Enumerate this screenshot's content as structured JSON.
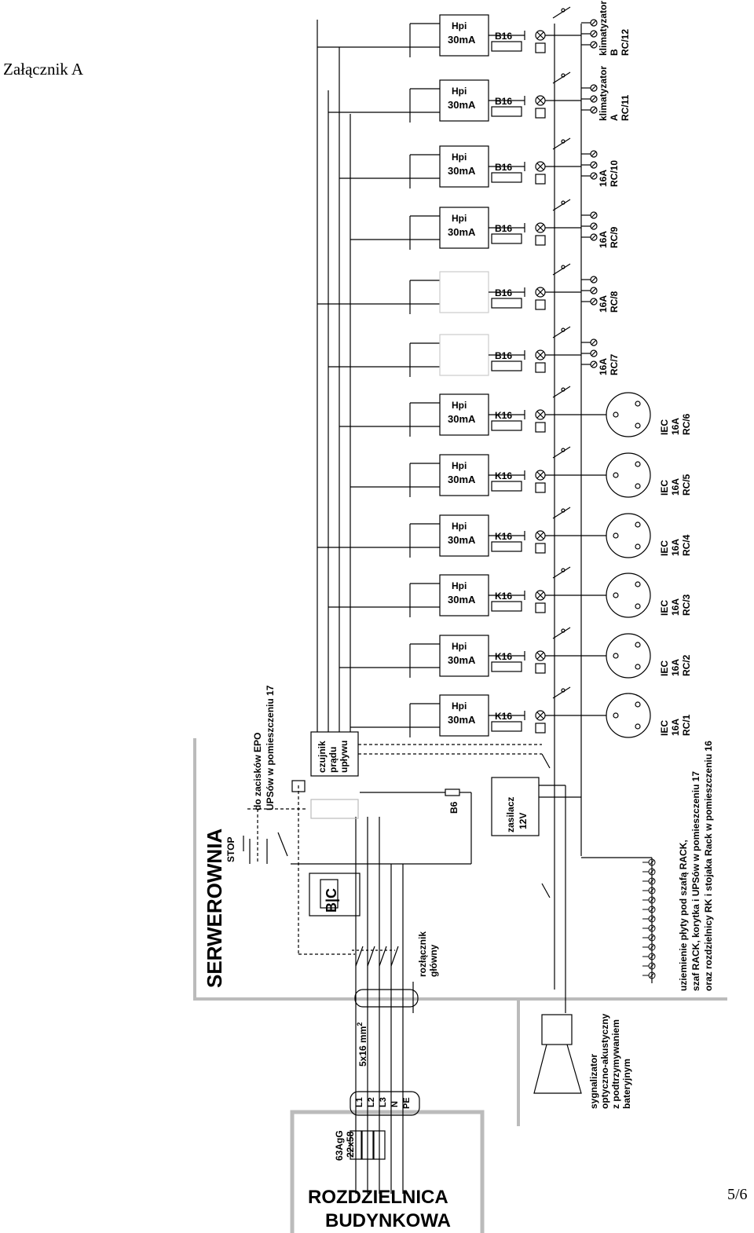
{
  "page": {
    "title": "Załącznik A",
    "page_number": "5/6"
  },
  "rooms": {
    "server_room": "SERWEROWNIA",
    "building_board_line1": "ROZDZIELNICA",
    "building_board_line2": "BUDYNKOWA"
  },
  "feeder": {
    "fuse_rating": "63AgG",
    "fuse_size": "22x58",
    "cable": "5x16 mm",
    "cable_exp": "2",
    "conductors": [
      "L1",
      "L2",
      "L3",
      "N",
      "PE"
    ]
  },
  "main_switch": {
    "line1": "rozłącznik",
    "line2": "główny"
  },
  "bc_label": "B|C",
  "sensor": {
    "line1": "czujnik",
    "line2": "prądu",
    "line3": "upływu"
  },
  "epo": {
    "stop": "STOP",
    "line1": "do zacisków EPO",
    "line2": "UPSów w pomieszczeniu 17"
  },
  "b6_label": "B6",
  "psu": {
    "line1": "zasilacz",
    "line2": "12V"
  },
  "alarm": {
    "line1": "sygnalizator",
    "line2": "optyczno-akustyczny",
    "line3": "z podtrzymywaniem",
    "line4": "bateryjnym"
  },
  "grounding": {
    "line1": "uziemienie płyty pod szafą RACK,",
    "line2": "szaf RACK, korytka i UPSów w pomieszczeniu 17",
    "line3": "oraz rozdzielnicy RK i stojaka Rack w pomieszczeniu 16"
  },
  "circuits": [
    {
      "rcd_top": "Hpi",
      "rcd_bottom": "30mA",
      "breaker": "B16",
      "out": [
        "klimatyzator",
        "B",
        "RC/12"
      ],
      "iec": false
    },
    {
      "rcd_top": "Hpi",
      "rcd_bottom": "30mA",
      "breaker": "B16",
      "out": [
        "klimatyzator",
        "A",
        "RC/11"
      ],
      "iec": false
    },
    {
      "rcd_top": "Hpi",
      "rcd_bottom": "30mA",
      "breaker": "B16",
      "out": [
        "16A",
        "RC/10"
      ],
      "iec": false
    },
    {
      "rcd_top": "Hpi",
      "rcd_bottom": "30mA",
      "breaker": "B16",
      "out": [
        "16A",
        "RC/9"
      ],
      "iec": false
    },
    {
      "rcd_top": "",
      "rcd_bottom": "",
      "breaker": "B16",
      "out": [
        "16A",
        "RC/8"
      ],
      "iec": false
    },
    {
      "rcd_top": "",
      "rcd_bottom": "",
      "breaker": "B16",
      "out": [
        "16A",
        "RC/7"
      ],
      "iec": false
    },
    {
      "rcd_top": "Hpi",
      "rcd_bottom": "30mA",
      "breaker": "K16",
      "out": [
        "IEC",
        "16A",
        "RC/6"
      ],
      "iec": true
    },
    {
      "rcd_top": "Hpi",
      "rcd_bottom": "30mA",
      "breaker": "K16",
      "out": [
        "IEC",
        "16A",
        "RC/5"
      ],
      "iec": true
    },
    {
      "rcd_top": "Hpi",
      "rcd_bottom": "30mA",
      "breaker": "K16",
      "out": [
        "IEC",
        "16A",
        "RC/4"
      ],
      "iec": true
    },
    {
      "rcd_top": "Hpi",
      "rcd_bottom": "30mA",
      "breaker": "K16",
      "out": [
        "IEC",
        "16A",
        "RC/3"
      ],
      "iec": true
    },
    {
      "rcd_top": "Hpi",
      "rcd_bottom": "30mA",
      "breaker": "K16",
      "out": [
        "IEC",
        "16A",
        "RC/2"
      ],
      "iec": true
    },
    {
      "rcd_top": "Hpi",
      "rcd_bottom": "30mA",
      "breaker": "K16",
      "out": [
        "IEC",
        "16A",
        "RC/1"
      ],
      "iec": true
    }
  ]
}
